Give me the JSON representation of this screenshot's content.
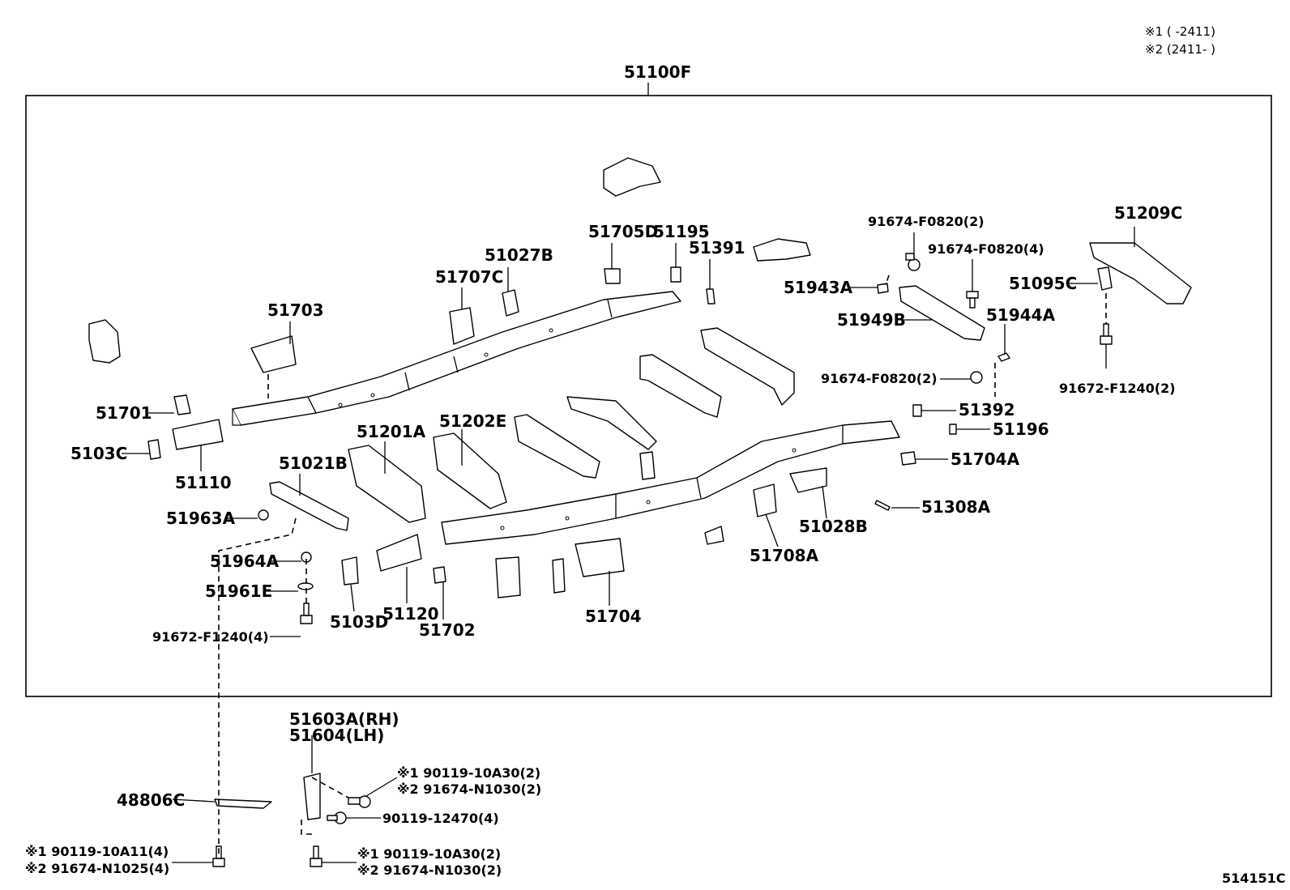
{
  "legend": {
    "note1": "※1 (      -2411)",
    "note2": "※2 (2411-      )"
  },
  "assembly_label": "51100F",
  "diagram_code": "514151C",
  "parts": {
    "p51209C": "51209C",
    "p91674_F0820_2_top": "91674-F0820(2)",
    "p91674_F0820_4": "91674-F0820(4)",
    "p51095C": "51095C",
    "p51943A": "51943A",
    "p51949B": "51949B",
    "p51944A": "51944A",
    "p91674_F0820_2_mid": "91674-F0820(2)",
    "p91672_F1240_2": "91672-F1240(2)",
    "p51705D": "51705D",
    "p51195": "51195",
    "p51391": "51391",
    "p51027B": "51027B",
    "p51707C": "51707C",
    "p51703": "51703",
    "p51701": "51701",
    "p5103C": "5103C",
    "p51110": "51110",
    "p51201A": "51201A",
    "p51202E": "51202E",
    "p51021B": "51021B",
    "p51963A": "51963A",
    "p51964A": "51964A",
    "p51961E": "51961E",
    "p91672_F1240_4": "91672-F1240(4)",
    "p5103D": "5103D",
    "p51120": "51120",
    "p51702": "51702",
    "p51704": "51704",
    "p51708A": "51708A",
    "p51028B": "51028B",
    "p51308A": "51308A",
    "p51704A": "51704A",
    "p51392": "51392",
    "p51196": "51196",
    "p51603A": "51603A(RH)",
    "p51604": "51604(LH)",
    "p90119_10A30_a": "※1  90119-10A30(2)",
    "p91674_N1030_a": "※2  91674-N1030(2)",
    "p90119_12470": "90119-12470(4)",
    "p90119_10A30_b": "※1  90119-10A30(2)",
    "p91674_N1030_b": "※2  91674-N1030(2)",
    "p48806C": "48806C",
    "p90119_10A11": "※1  90119-10A11(4)",
    "p91674_N1025": "※2  91674-N1025(4)"
  }
}
